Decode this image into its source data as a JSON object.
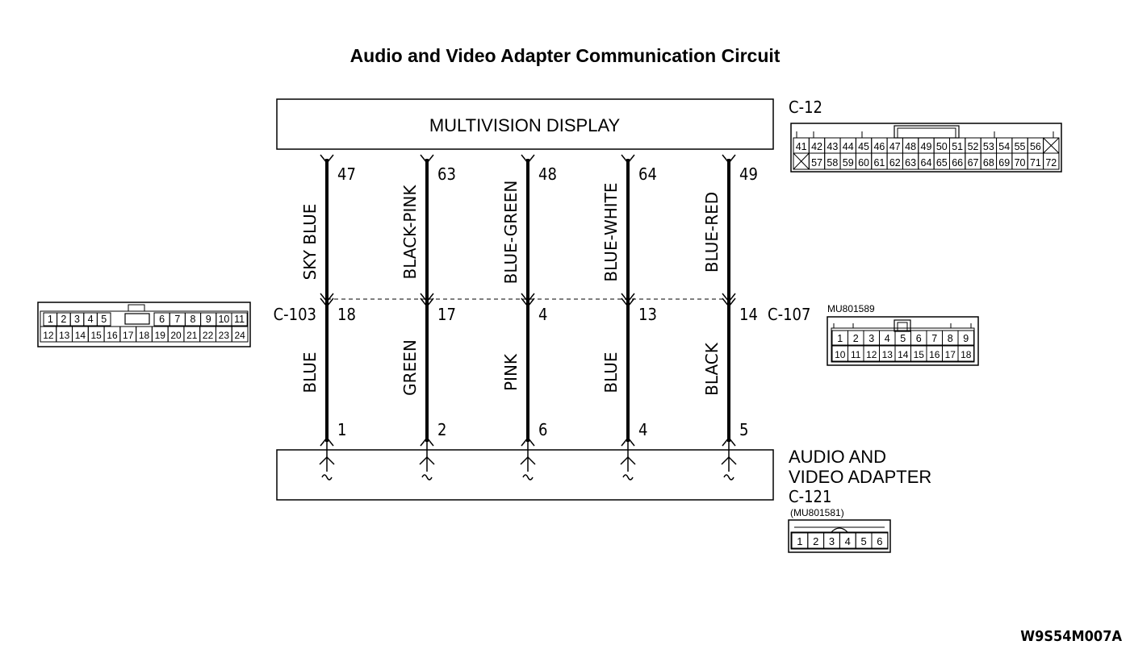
{
  "title": "Audio and Video Adapter Communication Circuit",
  "figure_id": "W9S54M007A",
  "multivision": {
    "label": "MULTIVISION DISPLAY",
    "connector": "C-12"
  },
  "adapter": {
    "line1": "AUDIO AND",
    "line2": "VIDEO ADAPTER",
    "connector": "C-121",
    "part": "(MU801581)"
  },
  "junction_left": "C-103",
  "junction_right": "C-107",
  "c107_part": "MU801589",
  "wires": [
    {
      "top_pin": "47",
      "upper_color": "SKY BLUE",
      "mid_pin": "18",
      "lower_color": "BLUE",
      "bottom_pin": "1"
    },
    {
      "top_pin": "63",
      "upper_color": "BLACK-PINK",
      "mid_pin": "17",
      "lower_color": "GREEN",
      "bottom_pin": "2"
    },
    {
      "top_pin": "48",
      "upper_color": "BLUE-GREEN",
      "mid_pin": "4",
      "lower_color": "PINK",
      "bottom_pin": "6"
    },
    {
      "top_pin": "64",
      "upper_color": "BLUE-WHITE",
      "mid_pin": "13",
      "lower_color": "BLUE",
      "bottom_pin": "4"
    },
    {
      "top_pin": "49",
      "upper_color": "BLUE-RED",
      "mid_pin": "14",
      "lower_color": "BLACK",
      "bottom_pin": "5"
    }
  ],
  "c12_pins": {
    "row1": [
      "41",
      "42",
      "43",
      "44",
      "45",
      "46",
      "47",
      "48",
      "49",
      "50",
      "51",
      "52",
      "53",
      "54",
      "55",
      "56",
      "X"
    ],
    "row2": [
      "X",
      "57",
      "58",
      "59",
      "60",
      "61",
      "62",
      "63",
      "64",
      "65",
      "66",
      "67",
      "68",
      "69",
      "70",
      "71",
      "72"
    ]
  },
  "c103_pins": {
    "row1a": [
      "1",
      "2",
      "3",
      "4",
      "5"
    ],
    "row1b": [
      "6",
      "7",
      "8",
      "9",
      "10",
      "11"
    ],
    "row2": [
      "12",
      "13",
      "14",
      "15",
      "16",
      "17",
      "18",
      "19",
      "20",
      "21",
      "22",
      "23",
      "24"
    ]
  },
  "c107_pins": {
    "row1": [
      "1",
      "2",
      "3",
      "4",
      "5",
      "6",
      "7",
      "8",
      "9"
    ],
    "row2": [
      "10",
      "11",
      "12",
      "13",
      "14",
      "15",
      "16",
      "17",
      "18"
    ]
  },
  "c121_pins": [
    "1",
    "2",
    "3",
    "4",
    "5",
    "6"
  ]
}
